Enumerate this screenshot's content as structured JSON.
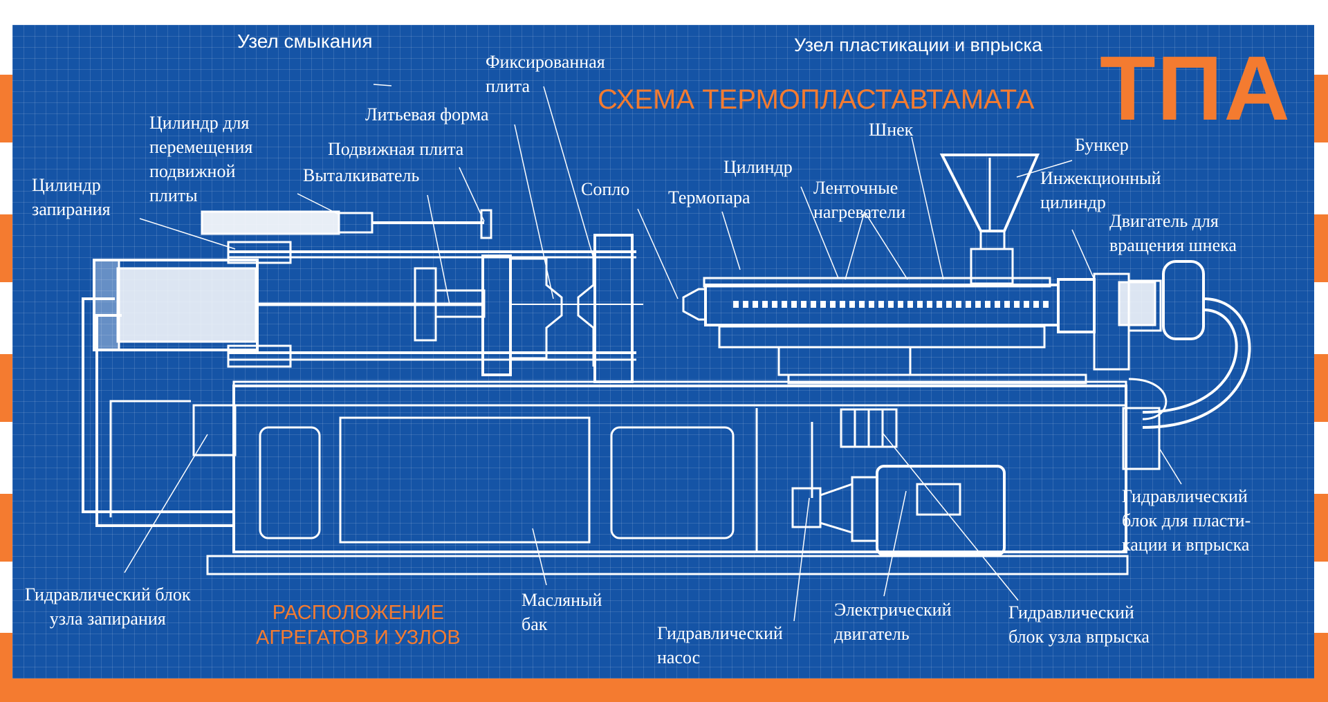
{
  "colors": {
    "panel": "#1554a6",
    "accent": "#f47b30",
    "line": "#ffffff"
  },
  "header": {
    "clamp_unit": "Узел смыкания",
    "injection_unit": "Узел пластикации и впрыска",
    "scheme_title": "СХЕМА ТЕРМОПЛАСТАВТАМАТА",
    "abbrev": "ТПА"
  },
  "footer": {
    "layout_title": "РАСПОЛОЖЕНИЕ\nАГРЕГАТОВ И УЗЛОВ"
  },
  "labels": {
    "fixed_plate": "Фиксированная\nплита",
    "mold": "Литьевая форма",
    "cylinder_move": "Цилиндр для\nперемещения\nподвижной\nплиты",
    "movable_plate": "Подвижная плита",
    "ejector": "Выталкиватель",
    "locking_cylinder": "Цилиндр\nзапирания",
    "nozzle": "Сопло",
    "thermocouple": "Термопара",
    "cylinder": "Цилиндр",
    "band_heaters": "Ленточные\nнагреватели",
    "screw": "Шнек",
    "hopper": "Бункер",
    "injection_cylinder": "Инжекционный\nцилиндр",
    "screw_motor": "Двигатель для\nвращения шнека",
    "hyd_block_plast": "Гидравлический\nблок для пласти-\nкации и впрыска",
    "hyd_block_clamp": "Гидравлический блок\nузла запирания",
    "oil_tank": "Масляный\nбак",
    "hyd_pump": "Гидравлический\nнасос",
    "electric_motor": "Электрический\nдвигатель",
    "hyd_block_inject": "Гидравлический\nблок узла впрыска"
  }
}
